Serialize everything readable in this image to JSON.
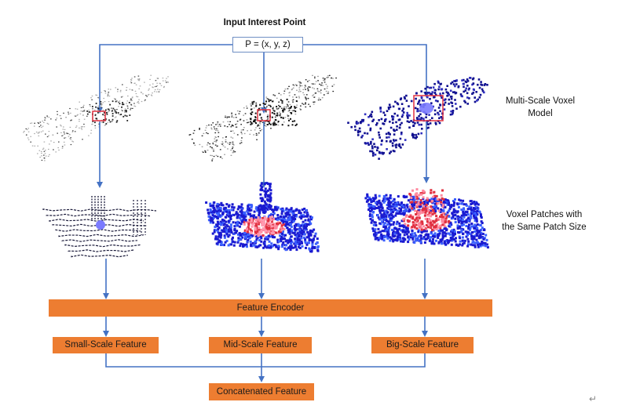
{
  "input": {
    "title": "Input Interest Point",
    "point": "P = (x, y, z)"
  },
  "labels": {
    "multi_scale": [
      "Multi-Scale Voxel",
      "Model"
    ],
    "patches": [
      "Voxel Patches with",
      "the Same Patch Size"
    ]
  },
  "encoder": "Feature Encoder",
  "features": {
    "small": "Small-Scale Feature",
    "mid": "Mid-Scale Feature",
    "big": "Big-Scale Feature"
  },
  "output": "Concatenated Feature",
  "colors": {
    "arrow": "#4472c4",
    "box": "#ed7d31",
    "voxel": "#1010a0",
    "voxel_light": "#3050ff",
    "highlight": "#e03040",
    "point": "#7b7bff"
  },
  "return_mark": "↵"
}
